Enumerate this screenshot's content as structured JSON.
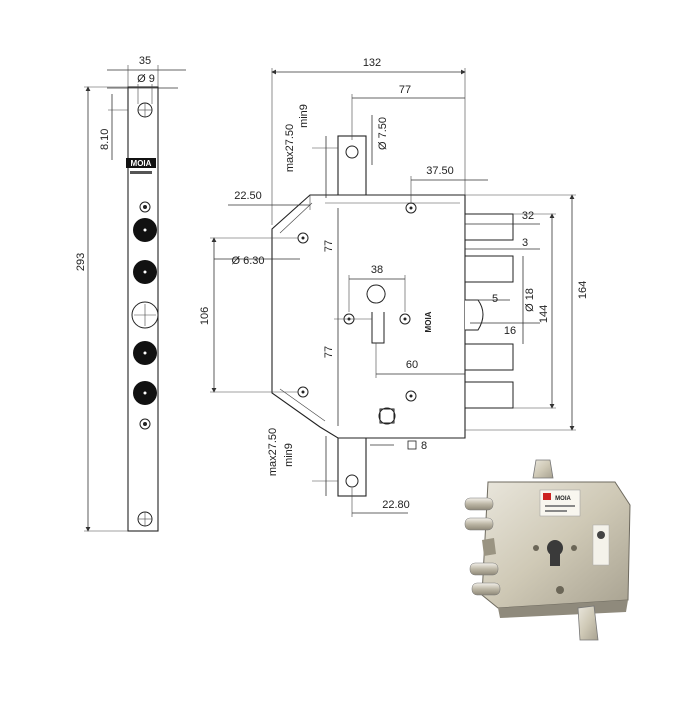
{
  "strike_plate": {
    "dims": {
      "width": "35",
      "hole_dia": "Ø 9",
      "top_offset": "8.10",
      "height": "293"
    },
    "brand_logo": "MOIA"
  },
  "lock_body": {
    "dims": {
      "total_width": "132",
      "ear_offset": "77",
      "ear_hole": "Ø 7.50",
      "top_ear_max": "max27.50",
      "top_ear_min": "min9",
      "bevel": "22.50",
      "side_hole": "Ø 6.30",
      "height_left": "106",
      "upper_77": "77",
      "lower_77": "77",
      "cylinder_spacing": "38",
      "backset": "60",
      "bolt_offset": "37.50",
      "bolt_length": "32",
      "bolt_gap": "3",
      "bolt_dia": "Ø 18",
      "latch_5": "5",
      "latch_16": "16",
      "inner_height": "144",
      "outer_height": "164",
      "bottom_ear_max": "max27.50",
      "bottom_ear_min": "min9",
      "spindle": "8",
      "bottom_ear_offset": "22.80"
    },
    "brand_logo": "MOIA"
  },
  "photo": {
    "label_brand": "MOIA"
  }
}
